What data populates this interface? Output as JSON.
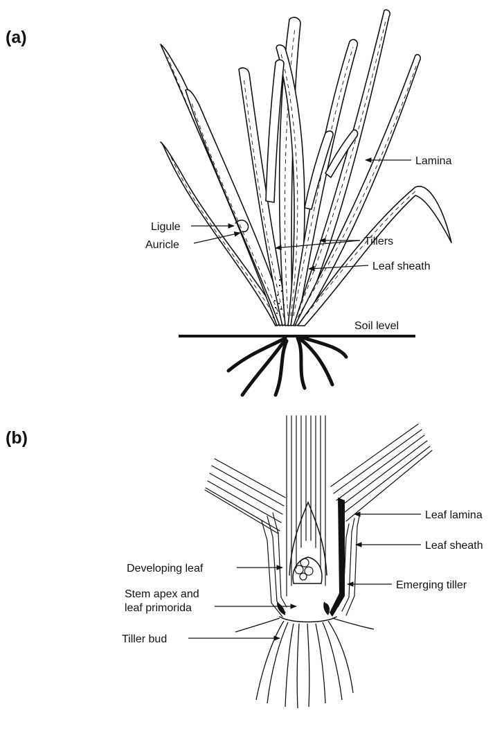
{
  "figure": {
    "panel_a": {
      "letter": "(a)",
      "labels": {
        "lamina": "Lamina",
        "ligule": "Ligule",
        "auricle": "Auricle",
        "tillers": "Tillers",
        "leaf_sheath": "Leaf sheath",
        "soil_level": "Soil level"
      }
    },
    "panel_b": {
      "letter": "(b)",
      "labels": {
        "leaf_lamina": "Leaf lamina",
        "leaf_sheath": "Leaf sheath",
        "developing_leaf": "Developing leaf",
        "emerging_tiller": "Emerging tiller",
        "stem_apex_line1": "Stem apex and",
        "stem_apex_line2": "leaf primorida",
        "tiller_bud": "Tiller bud"
      }
    }
  }
}
